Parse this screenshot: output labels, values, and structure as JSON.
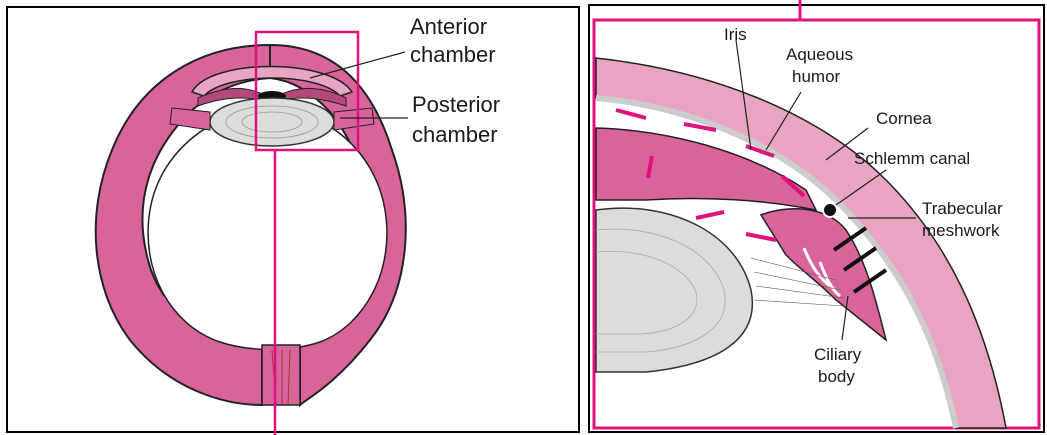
{
  "left": {
    "labels": {
      "anterior_chamber_1": "Anterior",
      "anterior_chamber_2": "chamber",
      "posterior_chamber_1": "Posterior",
      "posterior_chamber_2": "chamber"
    }
  },
  "right": {
    "labels": {
      "iris": "Iris",
      "aqueous_1": "Aqueous",
      "aqueous_2": "humor",
      "cornea": "Cornea",
      "schlemm": "Schlemm canal",
      "trabecular_1": "Trabecular",
      "trabecular_2": "meshwork",
      "ciliary_1": "Ciliary",
      "ciliary_2": "body"
    }
  },
  "colors": {
    "accent": "#e0117e",
    "tissue": "#d9649b",
    "tissue_light": "#e9a3c3",
    "lens": "#dcdcdc",
    "outline": "#222222"
  }
}
